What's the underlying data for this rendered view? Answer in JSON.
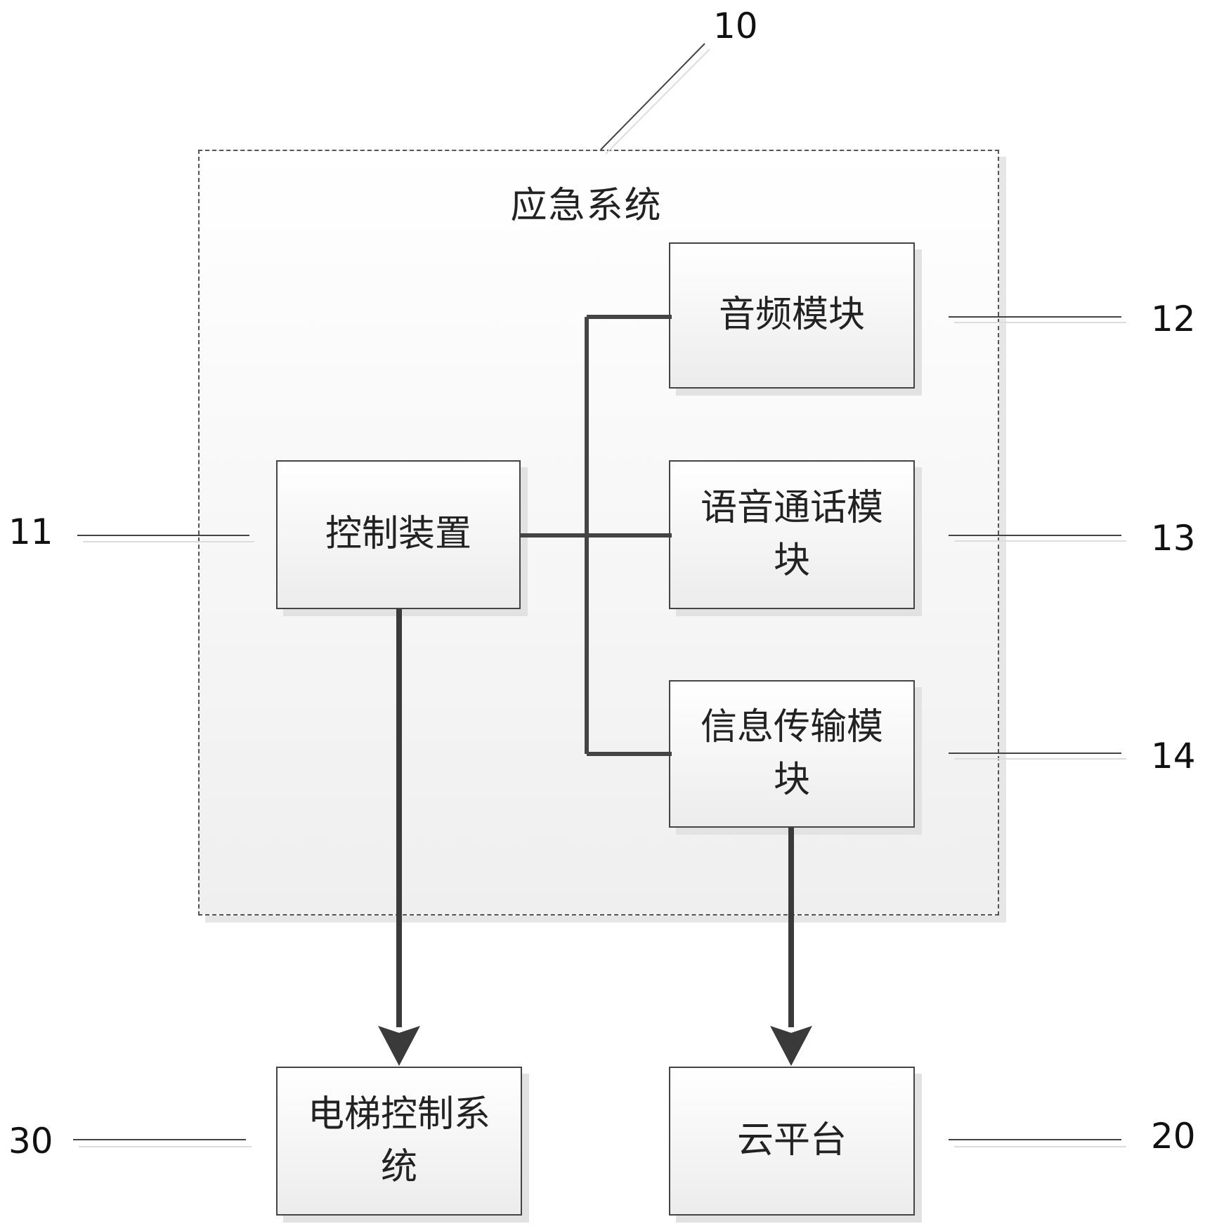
{
  "diagram": {
    "container": {
      "ref": "10",
      "title": "应急系统"
    },
    "nodes": [
      {
        "id": "control",
        "ref": "11",
        "label": "控制装置"
      },
      {
        "id": "audio",
        "ref": "12",
        "label": "音频模块"
      },
      {
        "id": "voice_call",
        "ref": "13",
        "label": "语音通话模块"
      },
      {
        "id": "info_transfer",
        "ref": "14",
        "label": "信息传输模块"
      },
      {
        "id": "cloud",
        "ref": "20",
        "label": "云平台"
      },
      {
        "id": "elevator_control",
        "ref": "30",
        "label": "电梯控制系统"
      }
    ],
    "edges": [
      {
        "from": "control",
        "to": "audio",
        "type": "line"
      },
      {
        "from": "control",
        "to": "voice_call",
        "type": "line"
      },
      {
        "from": "control",
        "to": "info_transfer",
        "type": "line"
      },
      {
        "from": "control",
        "to": "elevator_control",
        "type": "arrow"
      },
      {
        "from": "info_transfer",
        "to": "cloud",
        "type": "arrow"
      }
    ]
  }
}
